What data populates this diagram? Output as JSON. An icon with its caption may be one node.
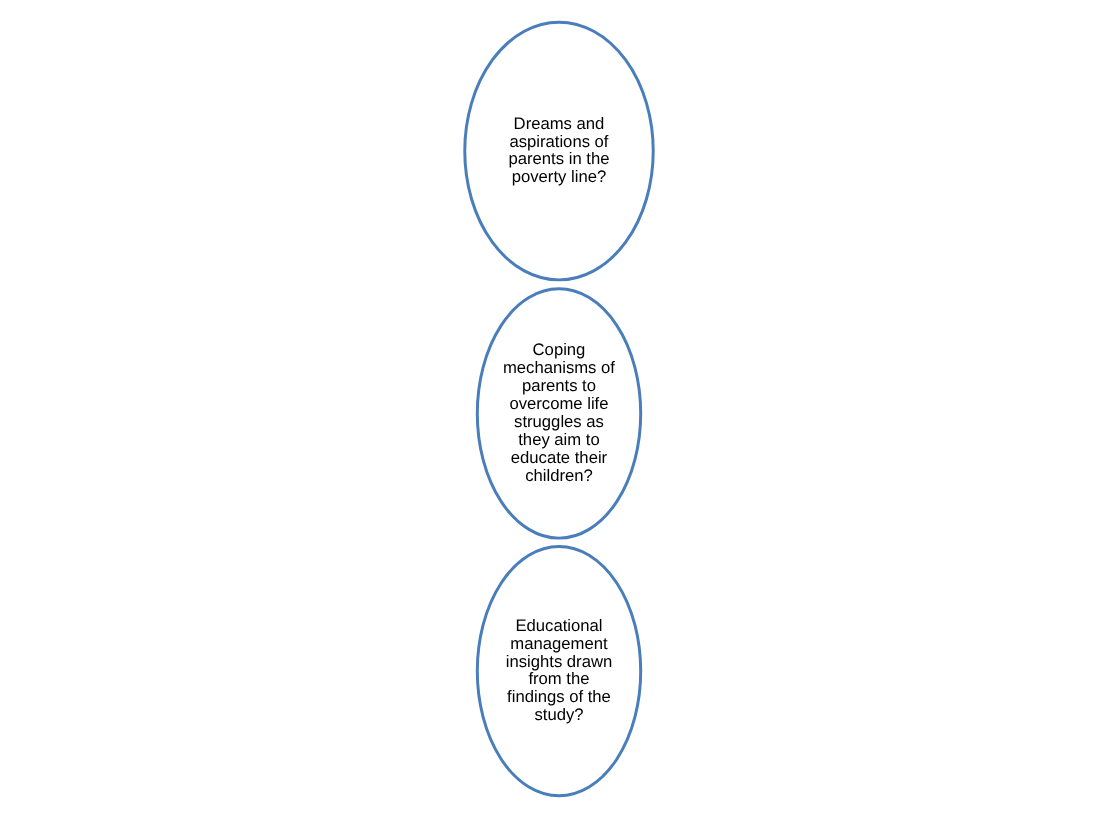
{
  "diagram": {
    "nodes": [
      {
        "text": [
          "Dreams and aspirations of parents in the poverty line?"
        ]
      },
      {
        "text": [
          "Coping mechanisms of parents to overcome life struggles as they aim to educate their children?"
        ]
      },
      {
        "text": [
          "Educational management insights drawn from the findings of the study?"
        ]
      }
    ]
  }
}
